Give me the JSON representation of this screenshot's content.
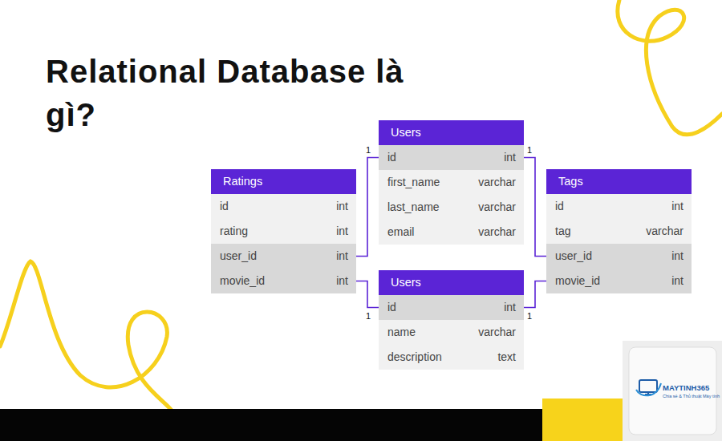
{
  "diagram": {
    "title": "Relational Database là gì?",
    "nodes": [
      {
        "text": [
          "Users",
          "id",
          "int",
          "first_name",
          "varchar",
          "last_name",
          "varchar",
          "email",
          "varchar"
        ]
      },
      {
        "text": [
          "Ratings",
          "id",
          "int",
          "rating",
          "int",
          "user_id",
          "int",
          "movie_id",
          "int"
        ]
      },
      {
        "text": [
          "Tags",
          "id",
          "int",
          "tag",
          "varchar",
          "user_id",
          "int",
          "movie_id",
          "int"
        ]
      },
      {
        "text": [
          "Users",
          "id",
          "int",
          "name",
          "varchar",
          "description",
          "text"
        ]
      }
    ],
    "edges": [
      {
        "from": 1,
        "to": 0,
        "arrow": "none"
      },
      {
        "from": 1,
        "to": 3,
        "arrow": "none"
      },
      {
        "from": 0,
        "to": 2,
        "arrow": "none"
      },
      {
        "from": 3,
        "to": 2,
        "arrow": "none"
      }
    ],
    "labels": [
      "1",
      "1",
      "1",
      "1",
      "MAYTINH365",
      "Chia sẻ & Thủ thuật Máy tính"
    ]
  }
}
